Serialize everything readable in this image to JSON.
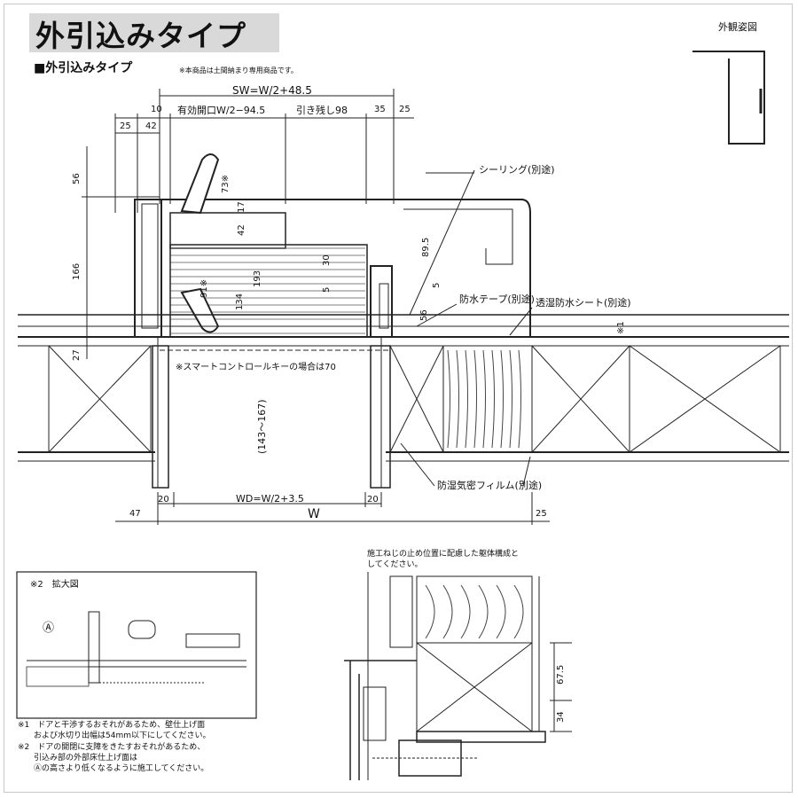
{
  "header": {
    "title": "外引込みタイプ",
    "subtitle": "■外引込みタイプ",
    "subtitle_note": "※本商品は土間納まり専用商品です。",
    "view_label": "外観姿図"
  },
  "main_section": {
    "top_dimensions": {
      "sw": "SW=W/2+48.5",
      "d10": "10",
      "effective_opening": "有効開口W/2−94.5",
      "pull_remain": "引き残し98",
      "d35": "35",
      "d25_right": "25",
      "d25_left": "25",
      "d42": "42"
    },
    "vertical_dimensions": {
      "d56": "56",
      "d166": "166",
      "d27": "27",
      "d73": "73※",
      "d17": "17",
      "d42v": "42",
      "d91": "91※",
      "d193": "193",
      "d134": "134",
      "d30": "30",
      "d5a": "5",
      "d89_5": "89.5",
      "d5b": "5",
      "d56r": "56",
      "d1": "※1",
      "range": "(143〜167)"
    },
    "callouts": {
      "sealing": "シーリング(別途)",
      "waterproof_tape": "防水テープ(別途)",
      "moisture_sheet": "透湿防水シート(別途)",
      "airtight_film": "防湿気密フィルム(別途)",
      "smart_key": "※スマートコントロールキーの場合は70"
    },
    "bottom_dimensions": {
      "d20_left": "20",
      "wd": "WD=W/2+3.5",
      "d20_right": "20",
      "d47": "47",
      "w": "W",
      "d25": "25"
    }
  },
  "enlarged_detail": {
    "label": "※2　拡大図",
    "marker": "Ⓐ"
  },
  "notes": [
    "※1　ドアと干渉するおそれがあるため、壁仕上げ面",
    "　　および水切り出幅は54mm以下にしてください。",
    "※2　ドアの開閉に支障をきたすおそれがあるため、",
    "　　引込み部の外部床仕上げ面は",
    "　　Ⓐの高さより低くなるように施工してください。"
  ],
  "section_detail": {
    "note_line1": "施工ねじの止め位置に配慮した躯体構成と",
    "note_line2": "してください。",
    "d67_5": "67.5",
    "d34": "34"
  }
}
